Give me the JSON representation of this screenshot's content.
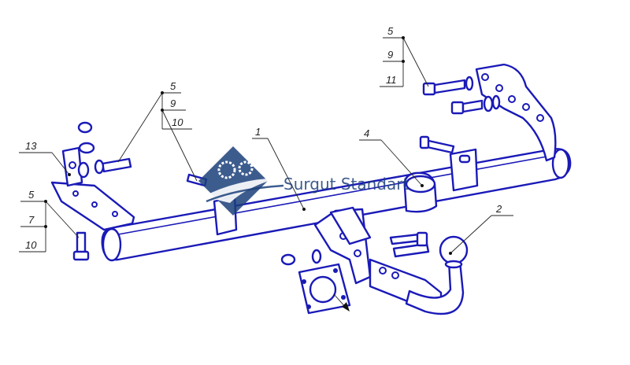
{
  "drawing": {
    "line_color": "#1a1ab8",
    "leader_color": "#222222",
    "background": "#ffffff"
  },
  "callouts": {
    "top_right": {
      "a": "5",
      "b": "9",
      "c": "11"
    },
    "upper_left": {
      "a": "5",
      "b": "9",
      "c": "10"
    },
    "left_mid": {
      "a": "13"
    },
    "left_low": {
      "a": "5",
      "b": "7",
      "c": "10"
    },
    "beam": {
      "a": "1"
    },
    "socket_cover": {
      "a": "4"
    },
    "ball": {
      "a": "2"
    }
  },
  "watermark": {
    "text": "Surgut Standart",
    "color": "#1b3f7a"
  }
}
